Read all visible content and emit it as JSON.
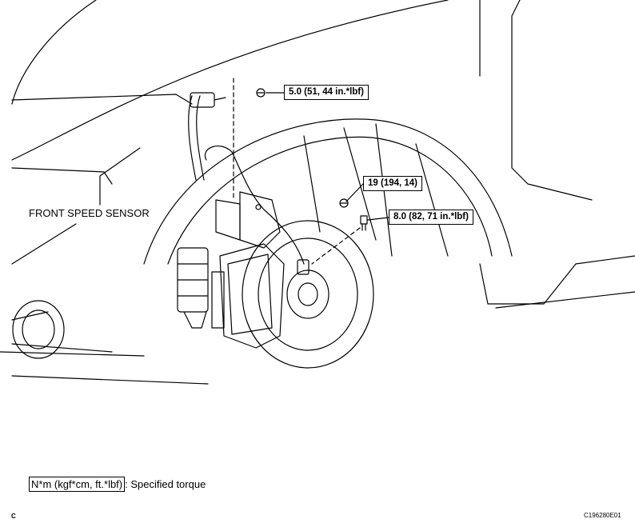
{
  "labels": {
    "front_speed_sensor": "FRONT SPEED SENSOR"
  },
  "torques": {
    "sensor_bolt": "5.0 (51, 44 in.*lbf)",
    "bracket_bolt": "19 (194, 14)",
    "knuckle_bolt": "8.0 (82, 71 in.*lbf)"
  },
  "legend": {
    "unit_box": "N*m (kgf*cm, ft.*lbf)",
    "description": ": Specified torque"
  },
  "footer": {
    "corner_letter": "C",
    "figure_code": "C196280E01"
  }
}
